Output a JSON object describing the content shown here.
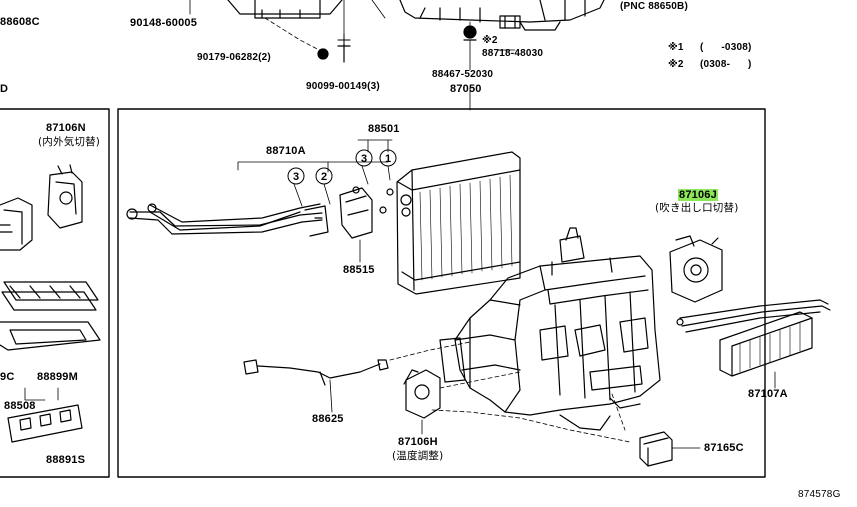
{
  "notes": {
    "pnc": "(PNC 88650B)",
    "note1_mark": "※1",
    "note1_range": "(      -0308)",
    "note2_mark": "※2",
    "note2_range": "(0308-      )"
  },
  "parts": {
    "p88608c": "88608C",
    "p9014860005": "90148-60005",
    "p9017906282": "90179-06282(2)",
    "p9009900149": "90099-00149(3)",
    "p8871848030_mark": "※2",
    "p8871848030": "88718-48030",
    "p8846752030": "88467-52030",
    "p87050": "87050",
    "pD": "D",
    "p87106n": "87106N",
    "p87106n_desc": "(内外気切替)",
    "p88710a": "88710A",
    "p88501": "88501",
    "p88515": "88515",
    "p87106j": "87106J",
    "p87106j_desc": "(吹き出し口切替)",
    "p9c": "9C",
    "p88899m": "88899M",
    "p88508": "88508",
    "p88891s": "88891S",
    "p88625": "88625",
    "p87106h": "87106H",
    "p87106h_desc": "(温度調整)",
    "p87107a": "87107A",
    "p87165c": "87165C",
    "circle1": "1",
    "circle2": "2",
    "circle3": "3"
  },
  "figure_id": "874578G",
  "colors": {
    "highlight": "#8ce65a",
    "line": "#000000"
  }
}
